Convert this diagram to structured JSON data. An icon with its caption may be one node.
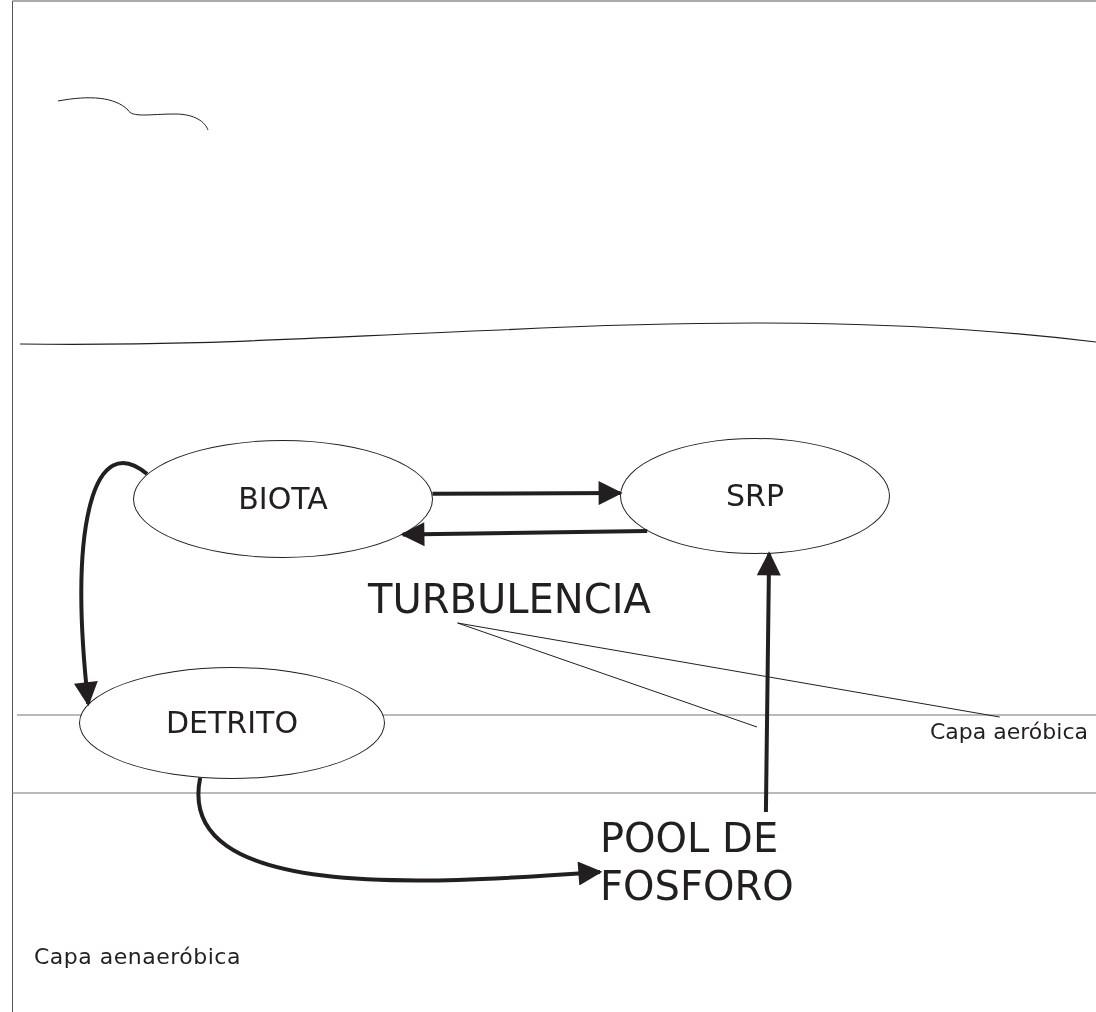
{
  "diagram": {
    "nodes": [
      {
        "text": [
          "BIOTA"
        ]
      },
      {
        "text": [
          "SRP"
        ]
      },
      {
        "text": [
          "DETRITO"
        ]
      },
      {
        "text": [
          "TURBULENCIA"
        ]
      },
      {
        "text": [
          "POOL DE FOSFORO"
        ]
      },
      {
        "text": [
          "Capa aeróbica"
        ]
      }
    ],
    "edges": [
      {
        "from": 0,
        "to": 1,
        "arrow": "to"
      },
      {
        "from": 1,
        "to": 0,
        "arrow": "to"
      },
      {
        "from": 0,
        "to": 2,
        "arrow": "to"
      },
      {
        "from": 2,
        "to": 4,
        "arrow": "to"
      },
      {
        "from": 4,
        "to": 1,
        "arrow": "to"
      },
      {
        "from": 3,
        "to": null,
        "arrow": "none"
      },
      {
        "from": 3,
        "to": 5,
        "arrow": "none"
      }
    ],
    "labels": [
      "Capa aenaeróbica"
    ]
  }
}
